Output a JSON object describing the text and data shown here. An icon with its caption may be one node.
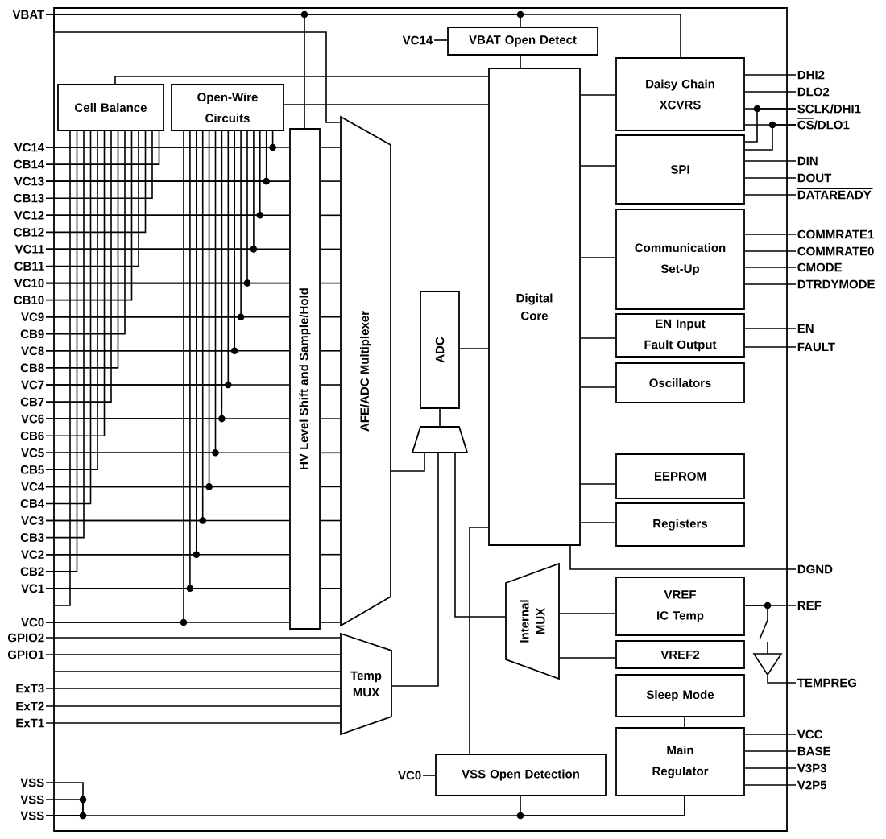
{
  "diagram": {
    "nodes": [
      {
        "text": [
          "VBAT"
        ]
      },
      {
        "text": [
          "VC14"
        ]
      },
      {
        "text": [
          "CB14"
        ]
      },
      {
        "text": [
          "VC13"
        ]
      },
      {
        "text": [
          "CB13"
        ]
      },
      {
        "text": [
          "VC12"
        ]
      },
      {
        "text": [
          "CB12"
        ]
      },
      {
        "text": [
          "VC11"
        ]
      },
      {
        "text": [
          "CB11"
        ]
      },
      {
        "text": [
          "VC10"
        ]
      },
      {
        "text": [
          "CB10"
        ]
      },
      {
        "text": [
          "VC9"
        ]
      },
      {
        "text": [
          "CB9"
        ]
      },
      {
        "text": [
          "VC8"
        ]
      },
      {
        "text": [
          "CB8"
        ]
      },
      {
        "text": [
          "VC7"
        ]
      },
      {
        "text": [
          "CB7"
        ]
      },
      {
        "text": [
          "VC6"
        ]
      },
      {
        "text": [
          "CB6"
        ]
      },
      {
        "text": [
          "VC5"
        ]
      },
      {
        "text": [
          "CB5"
        ]
      },
      {
        "text": [
          "VC4"
        ]
      },
      {
        "text": [
          "CB4"
        ]
      },
      {
        "text": [
          "VC3"
        ]
      },
      {
        "text": [
          "CB3"
        ]
      },
      {
        "text": [
          "VC2"
        ]
      },
      {
        "text": [
          "CB2"
        ]
      },
      {
        "text": [
          "VC1"
        ]
      },
      {
        "text": [
          "VC0"
        ]
      },
      {
        "text": [
          "GPIO2"
        ]
      },
      {
        "text": [
          "GPIO1"
        ]
      },
      {
        "text": [
          "ExT3"
        ]
      },
      {
        "text": [
          "ExT2"
        ]
      },
      {
        "text": [
          "ExT1"
        ]
      },
      {
        "text": [
          "VSS"
        ]
      },
      {
        "text": [
          "VSS"
        ]
      },
      {
        "text": [
          "VSS"
        ]
      },
      {
        "text": [
          "Cell Balance"
        ]
      },
      {
        "text": [
          "Open-Wire Circuits"
        ]
      },
      {
        "text": [
          "HV Level Shift and Sample/Hold"
        ]
      },
      {
        "text": [
          "AFE/ADC Multiplexer"
        ]
      },
      {
        "text": [
          "VC14"
        ]
      },
      {
        "text": [
          "VBAT Open Detect"
        ]
      },
      {
        "text": [
          "ADC"
        ]
      },
      {
        "text": [],
        "shape": "trapezoid"
      },
      {
        "text": [
          "Digital Core"
        ]
      },
      {
        "text": [
          "Temp MUX"
        ]
      },
      {
        "text": [
          "Internal MUX"
        ]
      },
      {
        "text": [
          "VC0"
        ]
      },
      {
        "text": [
          "VSS Open Detection"
        ]
      },
      {
        "text": [
          "Daisy Chain XCVRS"
        ]
      },
      {
        "text": [
          "SPI"
        ]
      },
      {
        "text": [
          "Communication Set-Up"
        ]
      },
      {
        "text": [
          "EN Input Fault Output"
        ]
      },
      {
        "text": [
          "Oscillators"
        ]
      },
      {
        "text": [
          "EEPROM"
        ]
      },
      {
        "text": [
          "Registers"
        ]
      },
      {
        "text": [
          "VREF IC Temp"
        ]
      },
      {
        "text": [
          "VREF2"
        ]
      },
      {
        "text": [
          "Sleep Mode"
        ]
      },
      {
        "text": [
          "Main Regulator"
        ]
      },
      {
        "text": [],
        "shape": "triangle"
      },
      {
        "text": [
          "DHI2"
        ]
      },
      {
        "text": [
          "DLO2"
        ]
      },
      {
        "text": [
          "SCLK/DHI1"
        ]
      },
      {
        "text": [
          "CS/DLO1"
        ]
      },
      {
        "text": [
          "DIN"
        ]
      },
      {
        "text": [
          "DOUT"
        ]
      },
      {
        "text": [
          "DATAREADY"
        ]
      },
      {
        "text": [
          "COMMRATE1"
        ]
      },
      {
        "text": [
          "COMMRATE0"
        ]
      },
      {
        "text": [
          "CMODE"
        ]
      },
      {
        "text": [
          "DTRDYMODE"
        ]
      },
      {
        "text": [
          "EN"
        ]
      },
      {
        "text": [
          "FAULT"
        ]
      },
      {
        "text": [
          "DGND"
        ]
      },
      {
        "text": [
          "REF"
        ]
      },
      {
        "text": [
          "TEMPREG"
        ]
      },
      {
        "text": [
          "VCC"
        ]
      },
      {
        "text": [
          "BASE"
        ]
      },
      {
        "text": [
          "V3P3"
        ]
      },
      {
        "text": [
          "V2P5"
        ]
      }
    ],
    "edges": [
      {
        "from": 0,
        "to": 39,
        "arrow": "none"
      },
      {
        "from": 0,
        "to": 42,
        "arrow": "none"
      },
      {
        "from": 0,
        "to": 50,
        "arrow": "none"
      },
      {
        "from": 0,
        "to": 40,
        "arrow": "none"
      },
      {
        "from": 1,
        "to": 39,
        "arrow": "none"
      },
      {
        "from": 3,
        "to": 39,
        "arrow": "none"
      },
      {
        "from": 5,
        "to": 39,
        "arrow": "none"
      },
      {
        "from": 7,
        "to": 39,
        "arrow": "none"
      },
      {
        "from": 9,
        "to": 39,
        "arrow": "none"
      },
      {
        "from": 11,
        "to": 39,
        "arrow": "none"
      },
      {
        "from": 13,
        "to": 39,
        "arrow": "none"
      },
      {
        "from": 15,
        "to": 39,
        "arrow": "none"
      },
      {
        "from": 17,
        "to": 39,
        "arrow": "none"
      },
      {
        "from": 19,
        "to": 39,
        "arrow": "none"
      },
      {
        "from": 21,
        "to": 39,
        "arrow": "none"
      },
      {
        "from": 23,
        "to": 39,
        "arrow": "none"
      },
      {
        "from": 25,
        "to": 39,
        "arrow": "none"
      },
      {
        "from": 27,
        "to": 39,
        "arrow": "none"
      },
      {
        "from": 28,
        "to": 39,
        "arrow": "none"
      },
      {
        "from": 2,
        "to": 37,
        "arrow": "none"
      },
      {
        "from": 4,
        "to": 37,
        "arrow": "none"
      },
      {
        "from": 6,
        "to": 37,
        "arrow": "none"
      },
      {
        "from": 8,
        "to": 37,
        "arrow": "none"
      },
      {
        "from": 10,
        "to": 37,
        "arrow": "none"
      },
      {
        "from": 12,
        "to": 37,
        "arrow": "none"
      },
      {
        "from": 14,
        "to": 37,
        "arrow": "none"
      },
      {
        "from": 16,
        "to": 37,
        "arrow": "none"
      },
      {
        "from": 18,
        "to": 37,
        "arrow": "none"
      },
      {
        "from": 20,
        "to": 37,
        "arrow": "none"
      },
      {
        "from": 22,
        "to": 37,
        "arrow": "none"
      },
      {
        "from": 24,
        "to": 37,
        "arrow": "none"
      },
      {
        "from": 26,
        "to": 37,
        "arrow": "none"
      },
      {
        "from": null,
        "to": 37,
        "arrow": "none"
      },
      {
        "from": 38,
        "to": 1,
        "arrow": "none"
      },
      {
        "from": 38,
        "to": 3,
        "arrow": "none"
      },
      {
        "from": 38,
        "to": 5,
        "arrow": "none"
      },
      {
        "from": 38,
        "to": 7,
        "arrow": "none"
      },
      {
        "from": 38,
        "to": 9,
        "arrow": "none"
      },
      {
        "from": 38,
        "to": 11,
        "arrow": "none"
      },
      {
        "from": 38,
        "to": 13,
        "arrow": "none"
      },
      {
        "from": 38,
        "to": 15,
        "arrow": "none"
      },
      {
        "from": 38,
        "to": 17,
        "arrow": "none"
      },
      {
        "from": 38,
        "to": 19,
        "arrow": "none"
      },
      {
        "from": 38,
        "to": 21,
        "arrow": "none"
      },
      {
        "from": 38,
        "to": 23,
        "arrow": "none"
      },
      {
        "from": 38,
        "to": 25,
        "arrow": "none"
      },
      {
        "from": 38,
        "to": 27,
        "arrow": "none"
      },
      {
        "from": 38,
        "to": 28,
        "arrow": "none"
      },
      {
        "from": 39,
        "to": 40,
        "arrow": "none"
      },
      {
        "from": 39,
        "to": 40,
        "arrow": "none"
      },
      {
        "from": 39,
        "to": 40,
        "arrow": "none"
      },
      {
        "from": 39,
        "to": 40,
        "arrow": "none"
      },
      {
        "from": 39,
        "to": 40,
        "arrow": "none"
      },
      {
        "from": 39,
        "to": 40,
        "arrow": "none"
      },
      {
        "from": 39,
        "to": 40,
        "arrow": "none"
      },
      {
        "from": 39,
        "to": 40,
        "arrow": "none"
      },
      {
        "from": 39,
        "to": 40,
        "arrow": "none"
      },
      {
        "from": 39,
        "to": 40,
        "arrow": "none"
      },
      {
        "from": 39,
        "to": 40,
        "arrow": "none"
      },
      {
        "from": 39,
        "to": 40,
        "arrow": "none"
      },
      {
        "from": 39,
        "to": 40,
        "arrow": "none"
      },
      {
        "from": 39,
        "to": 40,
        "arrow": "none"
      },
      {
        "from": 39,
        "to": 40,
        "arrow": "none"
      },
      {
        "from": 37,
        "to": 45,
        "arrow": "none"
      },
      {
        "from": 38,
        "to": 45,
        "arrow": "none"
      },
      {
        "from": 41,
        "to": 42,
        "arrow": "none"
      },
      {
        "from": 42,
        "to": 45,
        "arrow": "none"
      },
      {
        "from": 43,
        "to": 45,
        "arrow": "none"
      },
      {
        "from": 44,
        "to": 43,
        "arrow": "none"
      },
      {
        "from": 40,
        "to": 44,
        "arrow": "none"
      },
      {
        "from": 46,
        "to": 44,
        "arrow": "none"
      },
      {
        "from": 47,
        "to": 44,
        "arrow": "none"
      },
      {
        "from": 29,
        "to": 46,
        "arrow": "none"
      },
      {
        "from": 30,
        "to": 46,
        "arrow": "none"
      },
      {
        "from": null,
        "to": 46,
        "arrow": "none"
      },
      {
        "from": 31,
        "to": 46,
        "arrow": "none"
      },
      {
        "from": 32,
        "to": 46,
        "arrow": "none"
      },
      {
        "from": 33,
        "to": 46,
        "arrow": "none"
      },
      {
        "from": 45,
        "to": 49,
        "arrow": "none"
      },
      {
        "from": 48,
        "to": 49,
        "arrow": "none"
      },
      {
        "from": 45,
        "to": 50,
        "arrow": "none"
      },
      {
        "from": 45,
        "to": 51,
        "arrow": "none"
      },
      {
        "from": 45,
        "to": 52,
        "arrow": "none"
      },
      {
        "from": 45,
        "to": 53,
        "arrow": "none"
      },
      {
        "from": 45,
        "to": 54,
        "arrow": "none"
      },
      {
        "from": 45,
        "to": 55,
        "arrow": "none"
      },
      {
        "from": 45,
        "to": 56,
        "arrow": "none"
      },
      {
        "from": 47,
        "to": 57,
        "arrow": "none"
      },
      {
        "from": 47,
        "to": 58,
        "arrow": "none"
      },
      {
        "from": 59,
        "to": 60,
        "arrow": "none"
      },
      {
        "from": 50,
        "to": 62,
        "arrow": "none"
      },
      {
        "from": 50,
        "to": 63,
        "arrow": "none"
      },
      {
        "from": 50,
        "to": 64,
        "arrow": "none"
      },
      {
        "from": 51,
        "to": 64,
        "arrow": "none"
      },
      {
        "from": 50,
        "to": 65,
        "arrow": "none"
      },
      {
        "from": 51,
        "to": 65,
        "arrow": "none"
      },
      {
        "from": 51,
        "to": 66,
        "arrow": "none"
      },
      {
        "from": 51,
        "to": 67,
        "arrow": "none"
      },
      {
        "from": 51,
        "to": 68,
        "arrow": "none"
      },
      {
        "from": 52,
        "to": 69,
        "arrow": "none"
      },
      {
        "from": 52,
        "to": 70,
        "arrow": "none"
      },
      {
        "from": 52,
        "to": 71,
        "arrow": "none"
      },
      {
        "from": 52,
        "to": 72,
        "arrow": "none"
      },
      {
        "from": 53,
        "to": 73,
        "arrow": "none"
      },
      {
        "from": 53,
        "to": 74,
        "arrow": "none"
      },
      {
        "from": 45,
        "to": 75,
        "arrow": "none"
      },
      {
        "from": 57,
        "to": 76,
        "arrow": "none"
      },
      {
        "from": 57,
        "to": 61,
        "arrow": "none"
      },
      {
        "from": 61,
        "to": 77,
        "arrow": "none"
      },
      {
        "from": 60,
        "to": 78,
        "arrow": "none"
      },
      {
        "from": 60,
        "to": 79,
        "arrow": "none"
      },
      {
        "from": 60,
        "to": 80,
        "arrow": "none"
      },
      {
        "from": 60,
        "to": 81,
        "arrow": "none"
      },
      {
        "from": 34,
        "to": 36,
        "arrow": "none"
      },
      {
        "from": 35,
        "to": 36,
        "arrow": "none"
      },
      {
        "from": 36,
        "to": 60,
        "arrow": "none"
      },
      {
        "from": 49,
        "to": 60,
        "arrow": "none"
      }
    ]
  }
}
